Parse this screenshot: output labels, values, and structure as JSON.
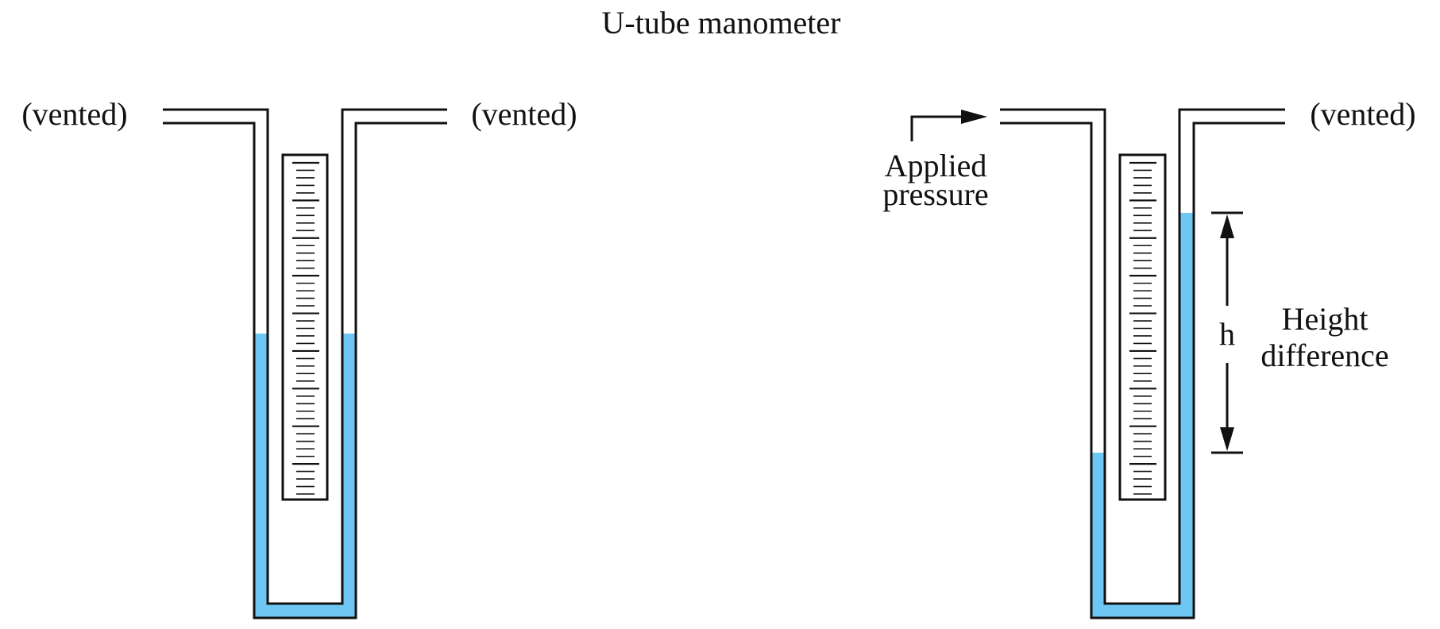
{
  "title": "U-tube manometer",
  "left_manometer": {
    "left_port_label": "(vented)",
    "right_port_label": "(vented)",
    "left_fluid_level_fraction": 0.52,
    "right_fluid_level_fraction": 0.52
  },
  "right_manometer": {
    "left_port_label_line1": "Applied",
    "left_port_label_line2": "pressure",
    "right_port_label": "(vented)",
    "height_symbol": "h",
    "height_label_line1": "Height",
    "height_label_line2": "difference"
  },
  "colors": {
    "fluid": "#6ec6f2",
    "outline": "#111111",
    "background": "#ffffff"
  }
}
